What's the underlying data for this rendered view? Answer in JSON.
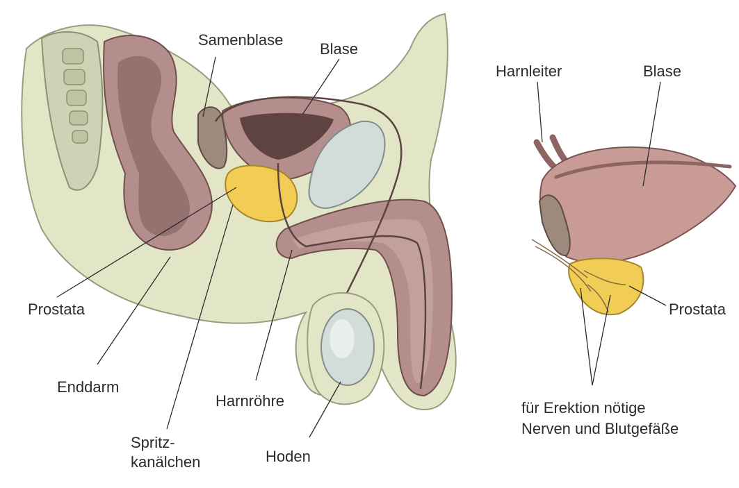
{
  "left_figure": {
    "labels": {
      "samenblase": "Samenblase",
      "blase": "Blase",
      "prostata": "Prostata",
      "enddarm": "Enddarm",
      "harnroehre": "Harnröhre",
      "spritzkanaelchen_line1": "Spritz-",
      "spritzkanaelchen_line2": "kanälchen",
      "hoden": "Hoden"
    }
  },
  "right_figure": {
    "labels": {
      "harnleiter": "Harnleiter",
      "blase": "Blase",
      "prostata": "Prostata",
      "nerven_line1": "für Erektion nötige",
      "nerven_line2": "Nerven und Blutgefäße"
    }
  },
  "colors": {
    "tissue": "#e3e6c6",
    "muscle": "#b48e8c",
    "muscle_dark": "#8d6562",
    "gland": "#f1cd55",
    "testis": "#d2ddda",
    "bone": "#cfd3b6",
    "leader": "#2b2b2b"
  }
}
